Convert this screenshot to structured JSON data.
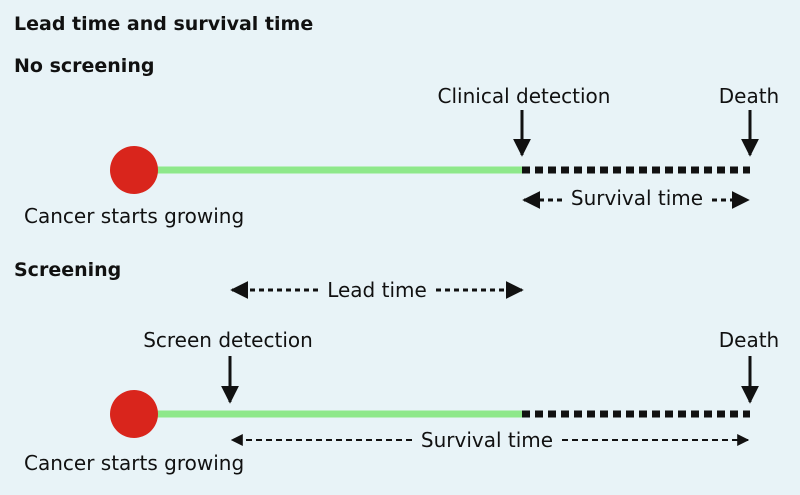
{
  "title": "Lead time and survival time",
  "no_screening": {
    "heading": "No screening",
    "start_label": "Cancer starts growing",
    "detection_label": "Clinical detection",
    "death_label": "Death",
    "survival_label": "Survival time"
  },
  "screening": {
    "heading": "Screening",
    "lead_label": "Lead time",
    "detection_label": "Screen detection",
    "death_label": "Death",
    "start_label": "Cancer starts growing",
    "survival_label": "Survival time"
  },
  "colors": {
    "background": "#e8f3f7",
    "tumor": "#d9251c",
    "growth_line": "#8ee88a",
    "dashed": "#111111"
  }
}
